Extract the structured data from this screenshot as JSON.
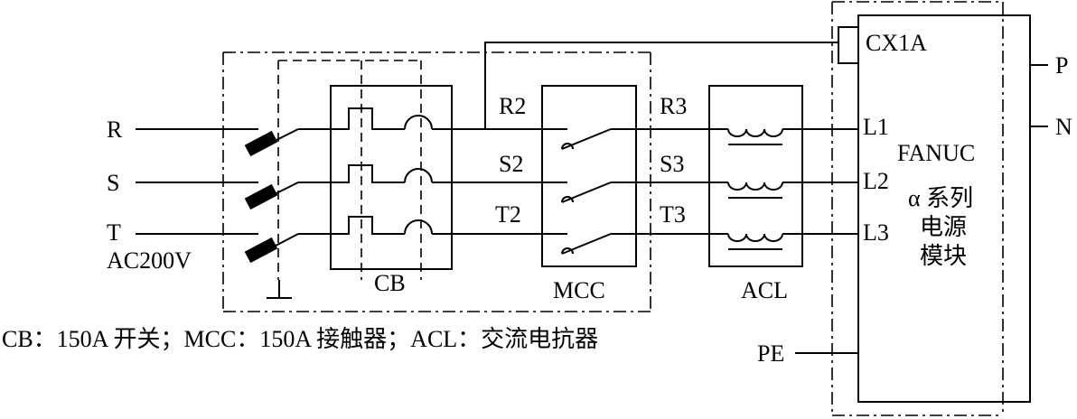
{
  "lines": {
    "r": "R",
    "s": "S",
    "t": "T",
    "supply": "AC200V"
  },
  "components": {
    "cb": "CB",
    "mcc": "MCC",
    "acl": "ACL",
    "pe": "PE"
  },
  "mid_labels": {
    "r2": "R2",
    "s2": "S2",
    "t2": "T2",
    "r3": "R3",
    "s3": "S3",
    "t3": "T3"
  },
  "module": {
    "cx1a": "CX1A",
    "l1": "L1",
    "l2": "L2",
    "l3": "L3",
    "brand": "FANUC",
    "series": "α 系列",
    "line2": "电源",
    "line3": "模块",
    "p": "P",
    "n": "N"
  },
  "caption": "CB：150A 开关；MCC：150A 接触器；ACL：交流电抗器"
}
